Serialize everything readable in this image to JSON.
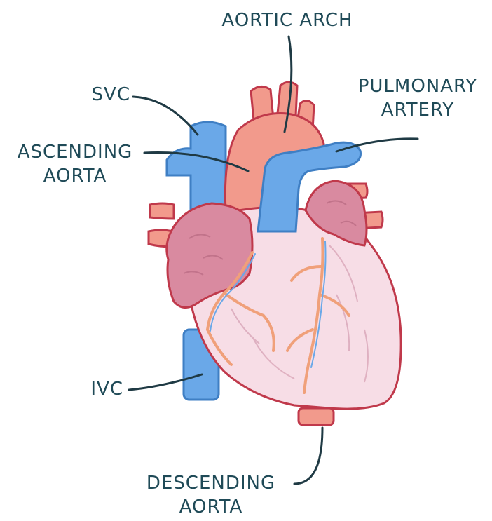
{
  "labels": {
    "aortic_arch": [
      "AORTIC ARCH"
    ],
    "svc": [
      "SVC"
    ],
    "pulmonary_artery": [
      "PULMONARY",
      "ARTERY"
    ],
    "ascending_aorta": [
      "ASCENDING",
      "AORTA"
    ],
    "ivc": [
      "IVC"
    ],
    "descending_aorta": [
      "DESCENDING",
      "AORTA"
    ]
  },
  "colors": {
    "label_text": "#1f4a57",
    "leader_line": "#1f3a44",
    "outline": "#c0394b",
    "artery_red": "#f29a8c",
    "vein_blue": "#6aa8e8",
    "atrium_pink": "#d98aa0",
    "ventricle_pink": "#f7dde6",
    "coronary_vessel": "#f0a07a"
  }
}
